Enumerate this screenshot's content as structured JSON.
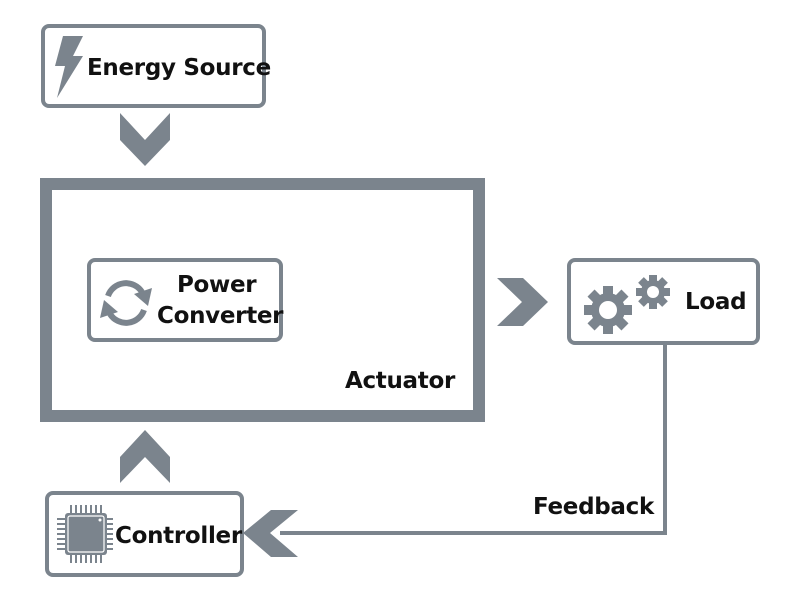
{
  "diagram": {
    "title": "Actuator control loop",
    "colors": {
      "stroke": "#7b848d",
      "text": "#111111",
      "background": "#ffffff"
    },
    "nodes": {
      "energy_source": {
        "label": "Energy Source",
        "icon": "lightning-bolt-icon"
      },
      "actuator": {
        "label": "Actuator"
      },
      "power_converter": {
        "label_line1": "Power",
        "label_line2": "Converter",
        "icon": "cycle-arrows-icon"
      },
      "load": {
        "label": "Load",
        "icon": "gears-icon"
      },
      "controller": {
        "label": "Controller",
        "icon": "microchip-icon"
      }
    },
    "edges": [
      {
        "from": "energy_source",
        "to": "actuator",
        "style": "chevron-down"
      },
      {
        "from": "actuator",
        "to": "load",
        "style": "chevron-right"
      },
      {
        "from": "load",
        "to": "controller",
        "style": "line-arrow",
        "label": "Feedback"
      },
      {
        "from": "controller",
        "to": "actuator",
        "style": "chevron-up"
      }
    ],
    "feedback_label": "Feedback"
  }
}
